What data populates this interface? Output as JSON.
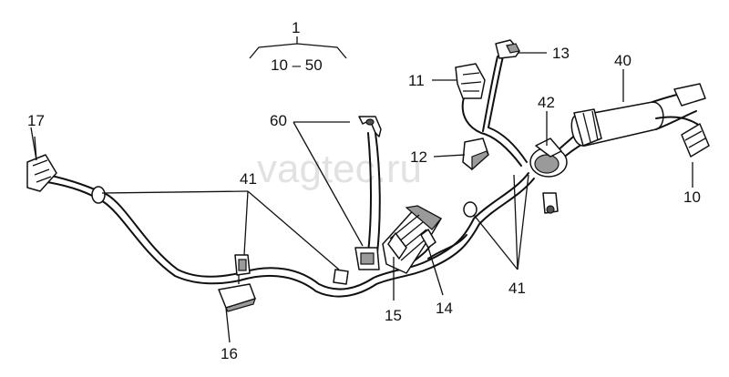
{
  "diagram": {
    "watermark": "vagtec.ru",
    "assembly": {
      "number": "1",
      "range": "10 – 50"
    },
    "callouts": {
      "p10": "10",
      "p11": "11",
      "p12": "12",
      "p13": "13",
      "p14": "14",
      "p15": "15",
      "p16": "16",
      "p17": "17",
      "p40": "40",
      "p41_top": "41",
      "p41_bottom": "41",
      "p42": "42",
      "p60": "60"
    }
  }
}
